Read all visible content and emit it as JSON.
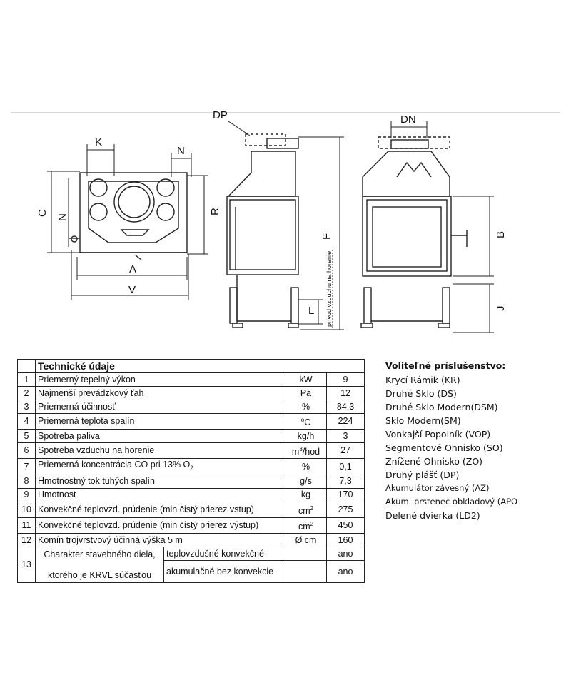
{
  "drawing": {
    "labels": {
      "K": "K",
      "N": "N",
      "C": "C",
      "R": "R",
      "A": "A",
      "V": "V",
      "DP": "DP",
      "F": "F",
      "L": "L",
      "DN": "DN",
      "B": "B",
      "J": "J",
      "air_supply": "prívod vzduchu na horenie"
    }
  },
  "spec": {
    "title": "Technické údaje",
    "rows": [
      {
        "n": "1",
        "label": "Priemerný tepelný výkon",
        "unit": "kW",
        "value": "9"
      },
      {
        "n": "2",
        "label": "Najmenší prevádzkový ťah",
        "unit": "Pa",
        "value": "12"
      },
      {
        "n": "3",
        "label": "Priemerná účinnosť",
        "unit": "%",
        "value": "84,3"
      },
      {
        "n": "4",
        "label": "Priemerná teplota spalín",
        "unit_main": "C",
        "unit_sup": "o",
        "value": "224"
      },
      {
        "n": "5",
        "label": "Spotreba paliva",
        "unit": "kg/h",
        "value": "3"
      },
      {
        "n": "6",
        "label": "Spotreba vzduchu na horenie",
        "unit_main": "m",
        "unit_sup": "3",
        "unit_tail": "/hod",
        "value": "27"
      },
      {
        "n": "7",
        "label_main": "Priemerná koncentrácia CO pri 13% O",
        "label_sub": "2",
        "unit": "%",
        "value": "0,1"
      },
      {
        "n": "8",
        "label": "Hmotnostný tok tuhých spalín",
        "unit": "g/s",
        "value": "7,3"
      },
      {
        "n": "9",
        "label": "Hmotnost",
        "unit": "kg",
        "value": "170"
      },
      {
        "n": "10",
        "label": "Konvekčné teplovzd. prúdenie (min čistý prierez vstup)",
        "unit_main": "cm",
        "unit_sup": "2",
        "value": "275"
      },
      {
        "n": "11",
        "label": "Konvekčné teplovzd. prúdenie (min čistý prierez výstup)",
        "unit_main": "cm",
        "unit_sup": "2",
        "value": "450"
      },
      {
        "n": "12",
        "label": "Komín trojvrstvový účinná výška 5 m",
        "unit": "Ø cm",
        "value": "160"
      }
    ],
    "row13": {
      "n": "13",
      "left_top": "Charakter stavebného diela,",
      "left_bottom": "ktorého je KRVL súčasťou",
      "opt1": "teplovzdušné konvekčné",
      "val1": "ano",
      "opt2": "akumulačné bez konvekcie",
      "val2": "ano"
    }
  },
  "accessories": {
    "title": "Voliteľné príslušenstvo:",
    "items": [
      "Krycí Rámik (KR)",
      "Druhé Sklo (DS)",
      "Druhé Sklo Modern(DSM)",
      "Sklo Modern(SM)",
      "Vonkajší Popolník (VOP)",
      "Segmentové Ohnisko (SO)",
      "Znížené Ohnisko (ZO)",
      "Druhý plášť  (DP)",
      "Akumulátor závesný (AZ)",
      "Akum. prstenec obkladový (APO",
      "Delené dvierka (LD2)"
    ]
  }
}
